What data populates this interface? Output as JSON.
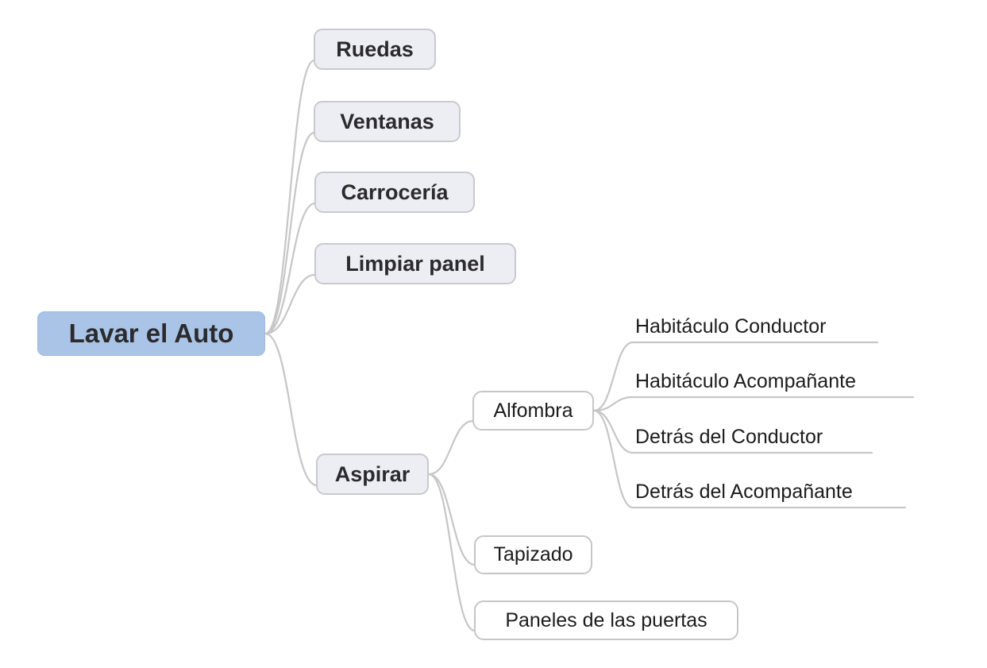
{
  "mindmap": {
    "root": {
      "label": "Lavar el Auto",
      "children": [
        {
          "label": "Ruedas"
        },
        {
          "label": "Ventanas"
        },
        {
          "label": "Carrocería"
        },
        {
          "label": "Limpiar panel"
        },
        {
          "label": "Aspirar",
          "children": [
            {
              "label": "Alfombra",
              "children": [
                {
                  "label": "Habitáculo Conductor"
                },
                {
                  "label": "Habitáculo Acompañante"
                },
                {
                  "label": "Detrás del Conductor"
                },
                {
                  "label": "Detrás del Acompañante"
                }
              ]
            },
            {
              "label": "Tapizado"
            },
            {
              "label": "Paneles de las puertas"
            }
          ]
        }
      ]
    },
    "colors": {
      "root_fill": "#a9c4e6",
      "branch_fill": "#ededf4",
      "branch_border": "#c9c9cf",
      "sub_fill": "#ffffff",
      "sub_border": "#c6c6c8",
      "connector": "#c7c7c9",
      "text": "#2b2b2d"
    }
  }
}
